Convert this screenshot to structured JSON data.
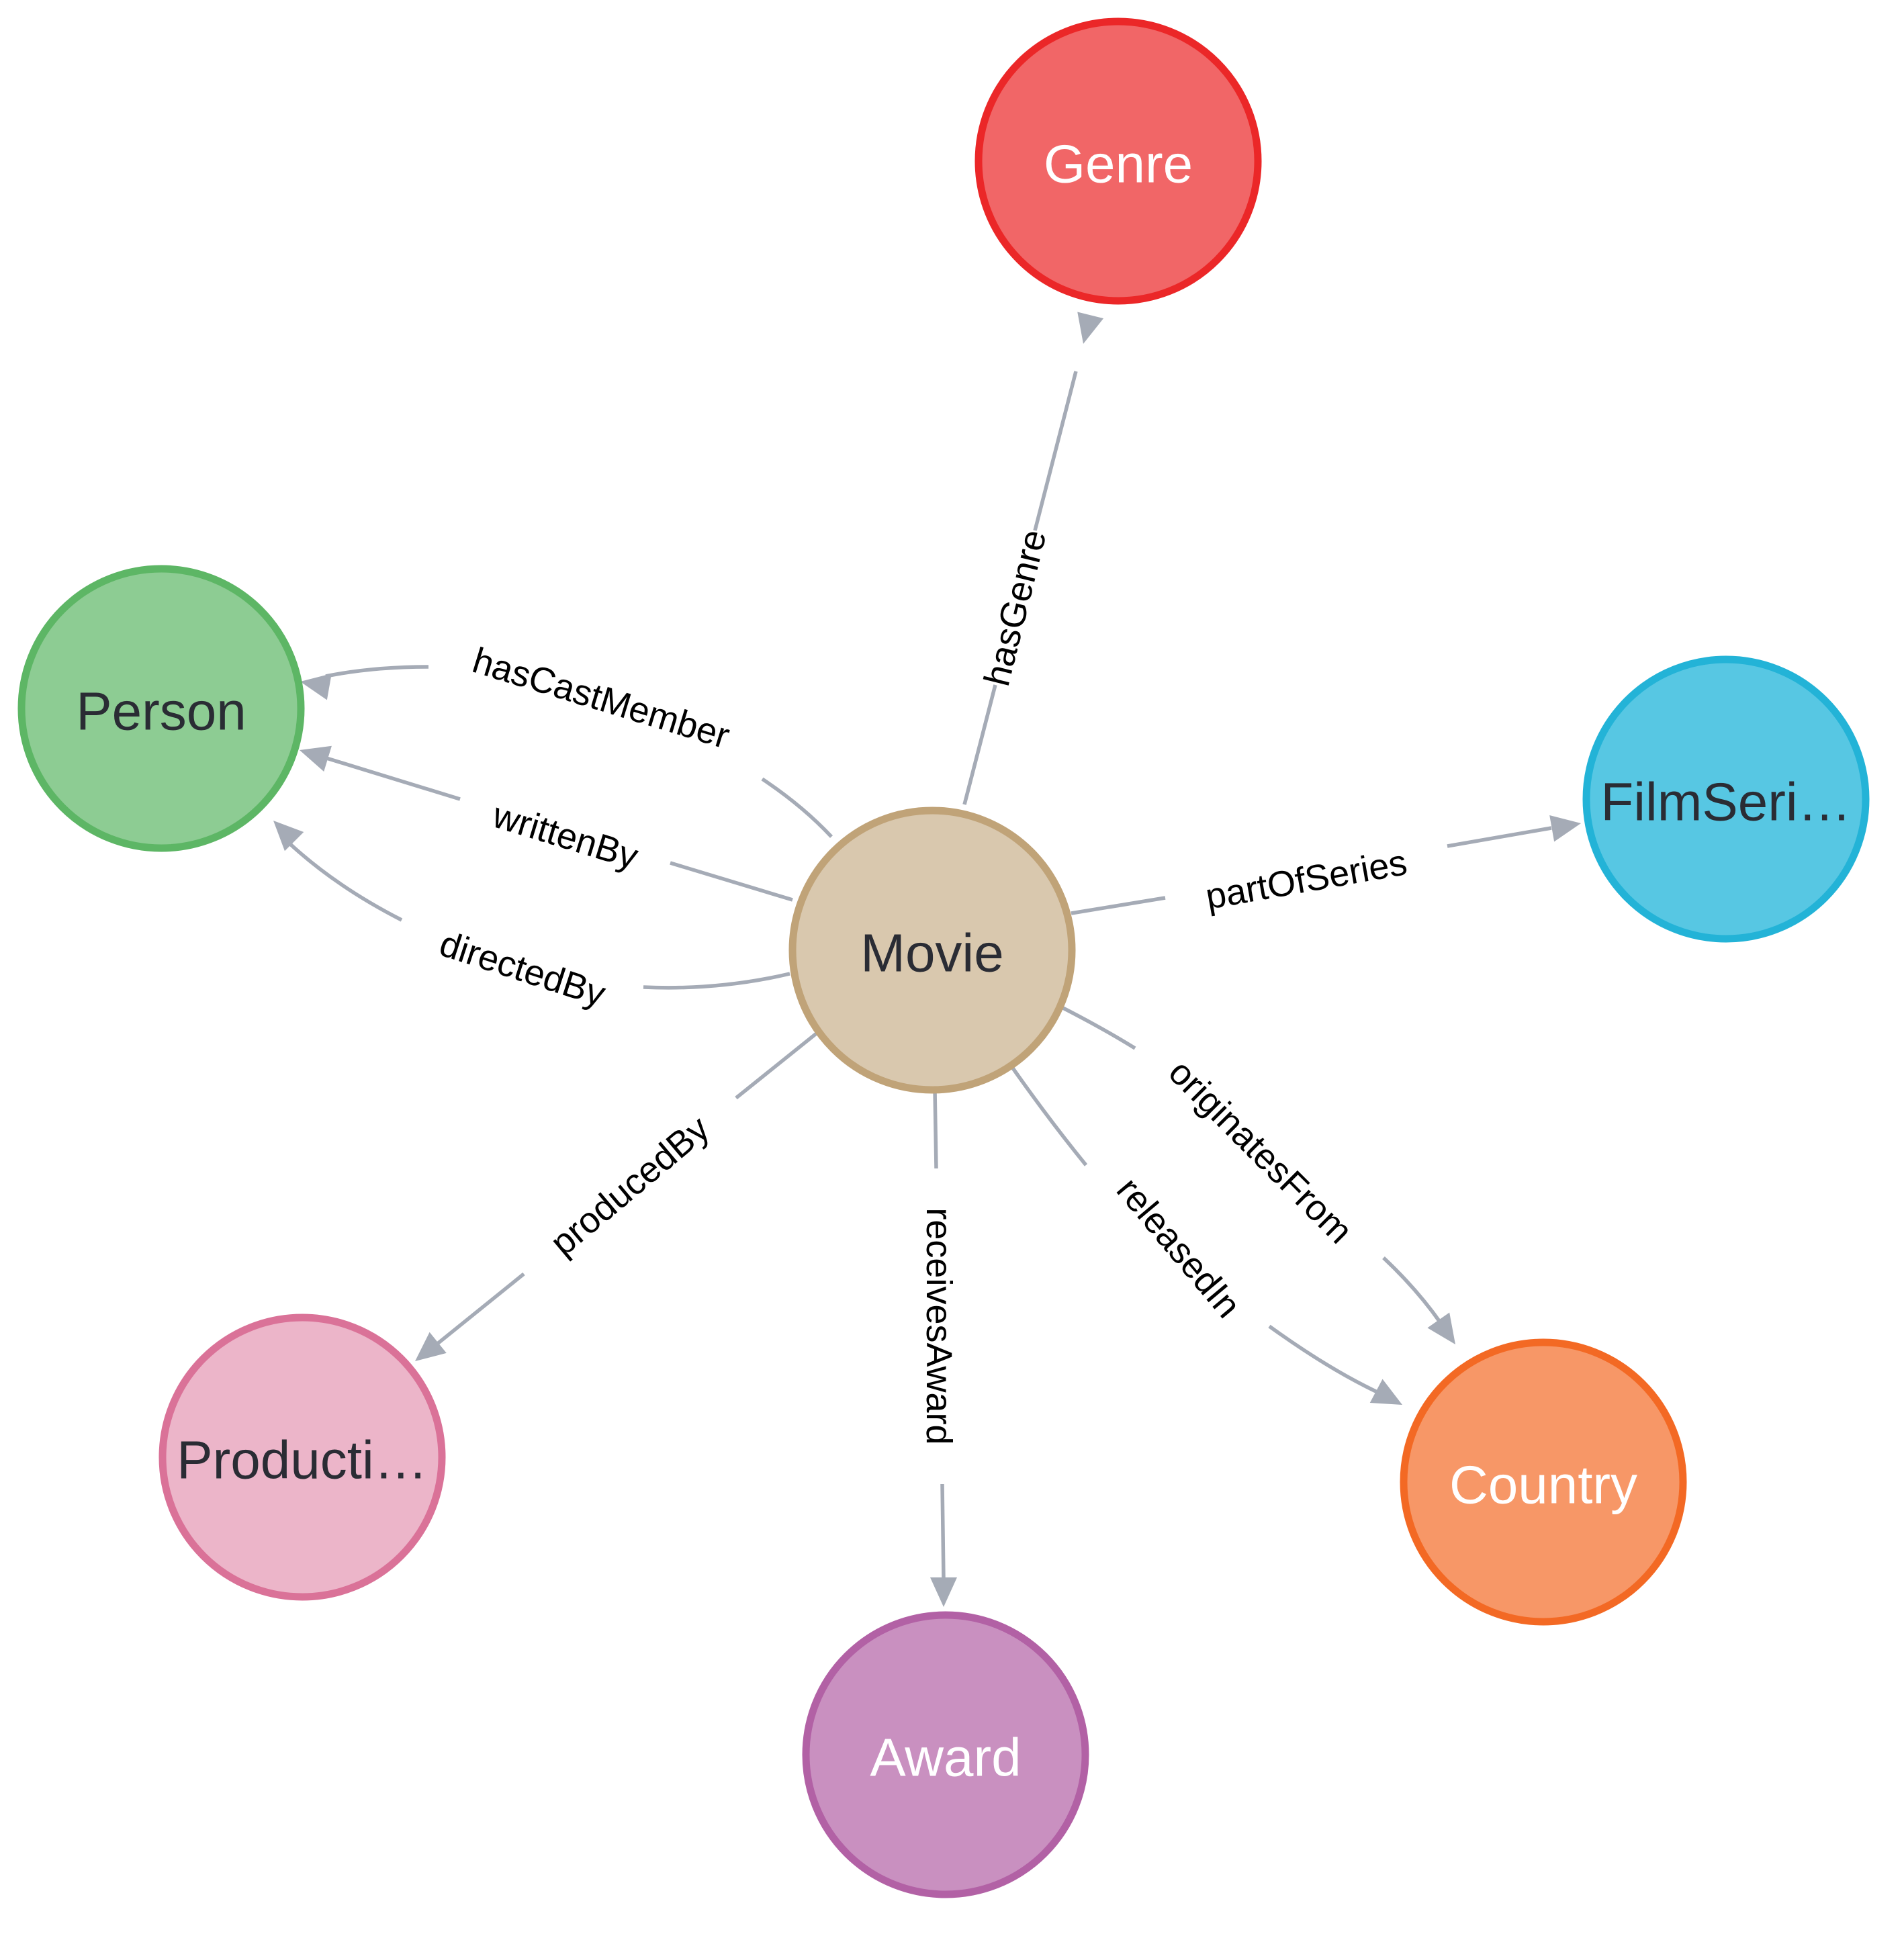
{
  "nodes": [
    {
      "id": "movie",
      "label": "Movie",
      "fill": "#d9c8ae",
      "stroke": "#c0a378",
      "text_color": "#2a2c34"
    },
    {
      "id": "genre",
      "label": "Genre",
      "fill": "#f16667",
      "stroke": "#eb2728",
      "text_color": "#ffffff"
    },
    {
      "id": "person",
      "label": "Person",
      "fill": "#8dcc93",
      "stroke": "#5db665",
      "text_color": "#2a2c34"
    },
    {
      "id": "filmseries",
      "label": "FilmSeri…",
      "fill": "#57c7e3",
      "stroke": "#23b3d7",
      "text_color": "#2a2c34"
    },
    {
      "id": "production",
      "label": "Producti…",
      "fill": "#ecb5c9",
      "stroke": "#da7298",
      "text_color": "#2a2c34"
    },
    {
      "id": "award",
      "label": "Award",
      "fill": "#c990c0",
      "stroke": "#b261a5",
      "text_color": "#ffffff"
    },
    {
      "id": "country",
      "label": "Country",
      "fill": "#f79767",
      "stroke": "#f36924",
      "text_color": "#ffffff"
    }
  ],
  "edges": [
    {
      "id": "hasGenre",
      "label": "hasGenre",
      "source": "movie",
      "target": "genre"
    },
    {
      "id": "hasCastMember",
      "label": "hasCastMember",
      "source": "movie",
      "target": "person"
    },
    {
      "id": "writtenBy",
      "label": "writtenBy",
      "source": "movie",
      "target": "person"
    },
    {
      "id": "directedBy",
      "label": "directedBy",
      "source": "movie",
      "target": "person"
    },
    {
      "id": "partOfSeries",
      "label": "partOfSeries",
      "source": "movie",
      "target": "filmseries"
    },
    {
      "id": "originatesFrom",
      "label": "originatesFrom",
      "source": "movie",
      "target": "country"
    },
    {
      "id": "releasedIn",
      "label": "releasedIn",
      "source": "movie",
      "target": "country"
    },
    {
      "id": "producedBy",
      "label": "producedBy",
      "source": "movie",
      "target": "production"
    },
    {
      "id": "receivesAward",
      "label": "receivesAward",
      "source": "movie",
      "target": "award"
    }
  ],
  "colors": {
    "edge": "#a5abb6",
    "background": "#ffffff"
  }
}
